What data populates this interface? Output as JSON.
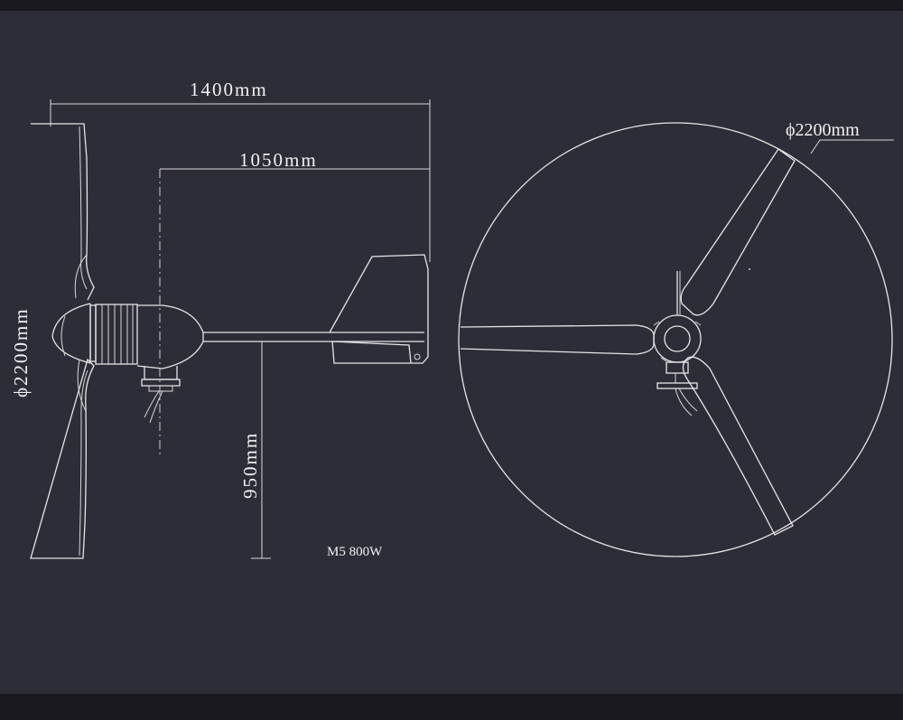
{
  "dimensions": {
    "total_length": "1400mm",
    "tail_length": "1050mm",
    "rotor_diameter_side": "ϕ2200mm",
    "rotor_diameter_front": "ϕ2200mm",
    "tower_height": "950mm"
  },
  "model_label": "M5 800W",
  "colors": {
    "background": "#2d2d37",
    "band": "#18181e",
    "line": "#e6e6e6"
  }
}
